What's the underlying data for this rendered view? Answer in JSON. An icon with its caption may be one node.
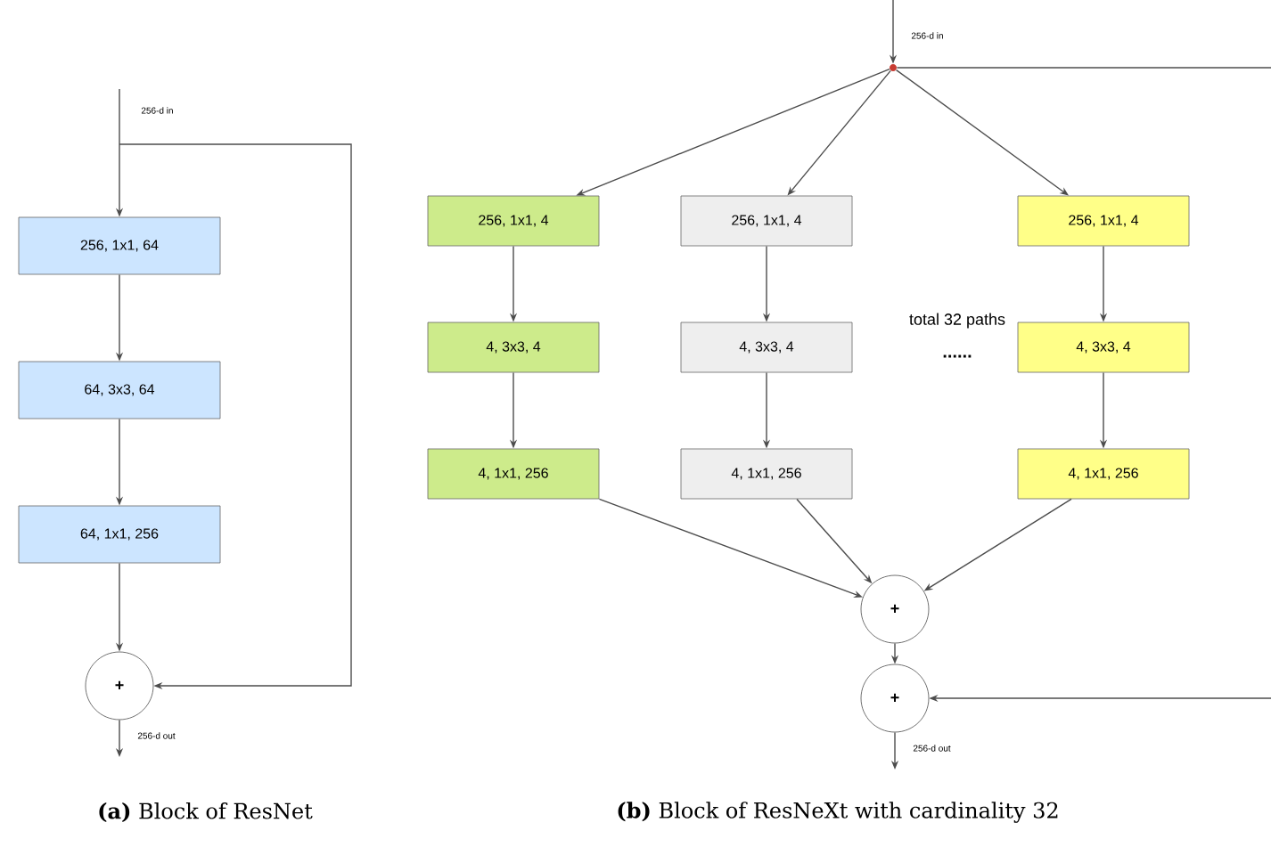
{
  "diagram": {
    "nodes": [
      {
        "text": [
          "256, 1x1, 64"
        ]
      },
      {
        "text": [
          "64, 3x3, 64"
        ]
      },
      {
        "text": [
          "64, 1x1, 256"
        ]
      },
      {
        "text": [
          "+"
        ]
      },
      {
        "text": [],
        "shape": "circle"
      },
      {
        "text": [
          "256, 1x1, 4"
        ]
      },
      {
        "text": [
          "4, 3x3, 4"
        ]
      },
      {
        "text": [
          "4, 1x1, 256"
        ]
      },
      {
        "text": [
          "256, 1x1, 4"
        ]
      },
      {
        "text": [
          "4, 3x3, 4"
        ]
      },
      {
        "text": [
          "4, 1x1, 256"
        ]
      },
      {
        "text": [
          "256, 1x1, 4"
        ]
      },
      {
        "text": [
          "4, 3x3, 4"
        ]
      },
      {
        "text": [
          "4, 1x1, 256"
        ]
      },
      {
        "text": [
          "+"
        ]
      },
      {
        "text": [
          "+"
        ]
      }
    ],
    "edges": [
      {
        "from": null,
        "to": 0,
        "arrow": "to",
        "label": "256-d in"
      },
      {
        "from": 0,
        "to": 1,
        "arrow": "to"
      },
      {
        "from": 1,
        "to": 2,
        "arrow": "to"
      },
      {
        "from": 2,
        "to": 3,
        "arrow": "to"
      },
      {
        "from": null,
        "to": 3,
        "arrow": "to"
      },
      {
        "from": 3,
        "to": null,
        "arrow": "to",
        "label": "256-d out"
      },
      {
        "from": null,
        "to": 4,
        "arrow": "to",
        "label": "256-d in"
      },
      {
        "from": 4,
        "to": 5,
        "arrow": "to"
      },
      {
        "from": 4,
        "to": 8,
        "arrow": "to"
      },
      {
        "from": 4,
        "to": 11,
        "arrow": "to"
      },
      {
        "from": 5,
        "to": 6,
        "arrow": "to"
      },
      {
        "from": 6,
        "to": 7,
        "arrow": "to"
      },
      {
        "from": 8,
        "to": 9,
        "arrow": "to"
      },
      {
        "from": 9,
        "to": 10,
        "arrow": "to"
      },
      {
        "from": 11,
        "to": 12,
        "arrow": "to"
      },
      {
        "from": 12,
        "to": 13,
        "arrow": "to"
      },
      {
        "from": 7,
        "to": 14,
        "arrow": "to"
      },
      {
        "from": 10,
        "to": 14,
        "arrow": "to"
      },
      {
        "from": 13,
        "to": 14,
        "arrow": "to"
      },
      {
        "from": 14,
        "to": 15,
        "arrow": "to"
      },
      {
        "from": 4,
        "to": null,
        "arrow": "none"
      },
      {
        "from": null,
        "to": 15,
        "arrow": "to"
      },
      {
        "from": 15,
        "to": null,
        "arrow": "to",
        "label": "256-d out"
      }
    ],
    "labels": [
      "total 32 paths",
      "......",
      "**(a)** Block of ResNet",
      "**(b)** Block of ResNeXt with cardinality 32"
    ]
  }
}
